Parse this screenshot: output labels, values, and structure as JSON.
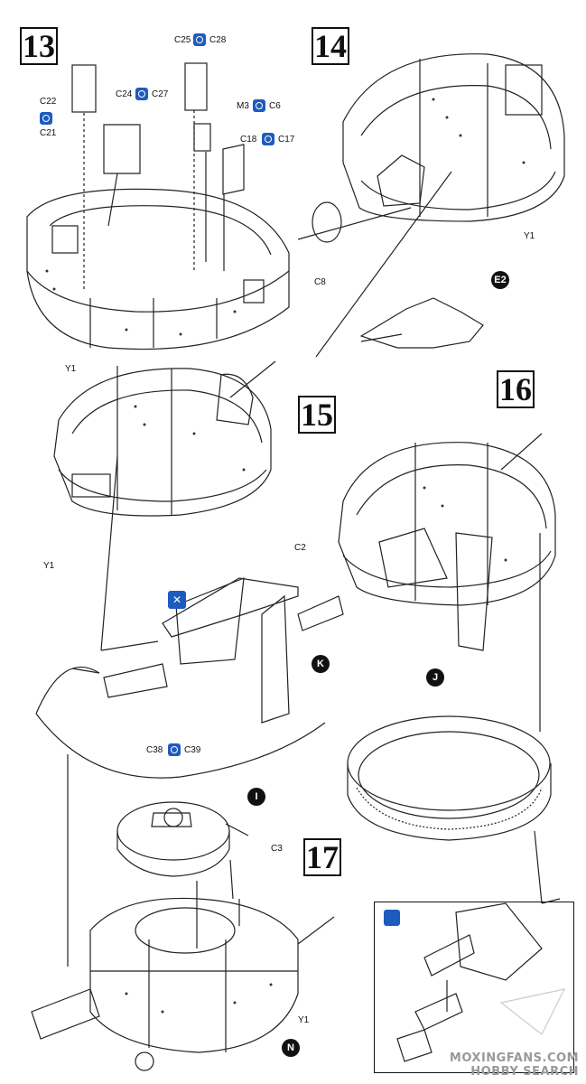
{
  "steps": {
    "s13": "13",
    "s14": "14",
    "s15": "15",
    "s16": "16",
    "s17": "17"
  },
  "labels": {
    "c25_c28_a": "C25",
    "c25_c28_b": "C28",
    "c22": "C22",
    "c21": "C21",
    "c24_c27_a": "C24",
    "c24_c27_b": "C27",
    "m3_c6_a": "M3",
    "m3_c6_b": "C6",
    "c18_c17_a": "C18",
    "c17_b": "C17",
    "y1_13": "Y1",
    "y1_14": "Y1",
    "c8": "C8",
    "e2": "E2",
    "y1_15": "Y1",
    "c2": "C2",
    "k": "K",
    "j": "J",
    "c38_c39_a": "C38",
    "c38_c39_b": "C39",
    "i": "I",
    "c3": "C3",
    "y1_17": "Y1",
    "n": "N"
  },
  "watermark": {
    "line1": "MOXINGFANS.COM",
    "line2": "HOBBY SEARCH"
  },
  "icons": {
    "double_symbol": "alternate-part-icon",
    "glue": "cement-icon",
    "paint": "paint-brush-icon"
  },
  "colors": {
    "accent": "#1e5bbf",
    "ink": "#111111"
  }
}
